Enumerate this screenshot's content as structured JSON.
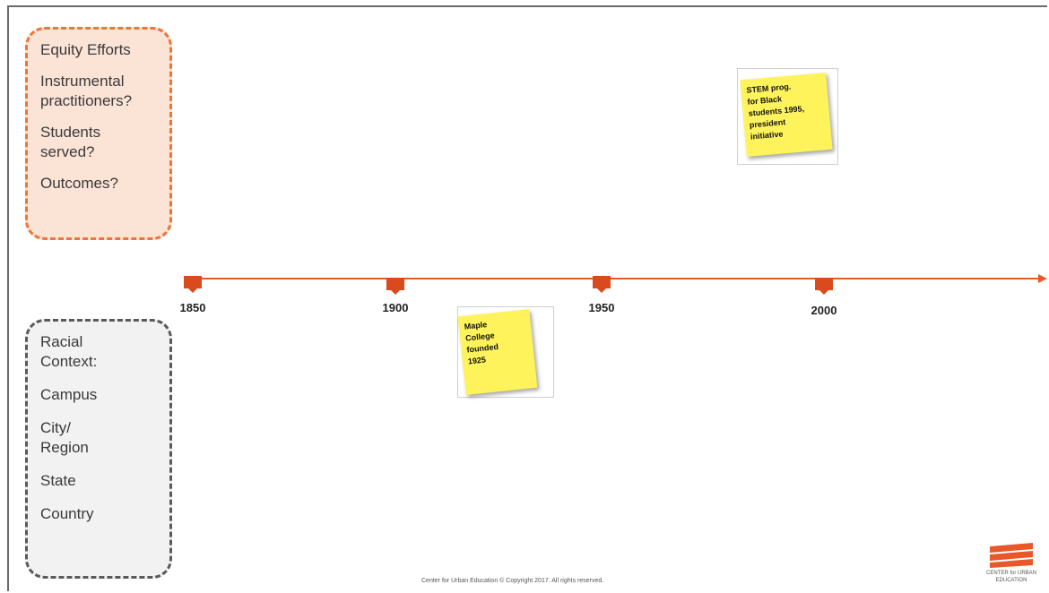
{
  "equity_box": {
    "items": [
      "Equity Efforts",
      "Instrumental\npractitioners?",
      "Students\nserved?",
      "Outcomes?"
    ]
  },
  "racial_box": {
    "items": [
      "Racial\nContext:",
      "Campus",
      "City/\nRegion",
      "State",
      "Country"
    ]
  },
  "timeline": {
    "years": [
      "1850",
      "1900",
      "1950",
      "2000"
    ],
    "line_color": "#e8582a",
    "marker_color": "#d94a1e"
  },
  "notes": {
    "maple": "Maple\nCollege\nfounded\n1925",
    "stem": "STEM prog.\nfor Black\nstudents 1995,\npresident\ninitiative",
    "note_color": "#fff35c"
  },
  "footer": "Center for Urban Education © Copyright 2017. All rights reserved.",
  "logo": {
    "text": "CENTER for URBAN\nEDUCATION",
    "color": "#e8582a"
  }
}
